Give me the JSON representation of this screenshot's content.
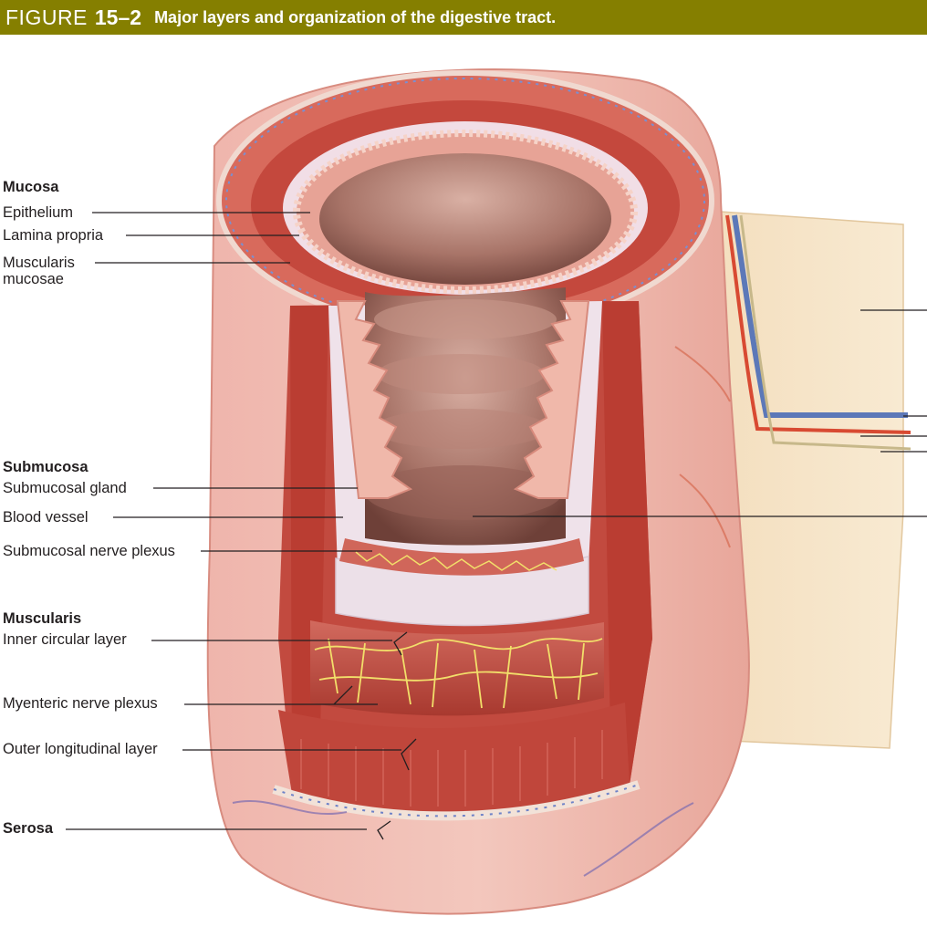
{
  "figure": {
    "label": "FIGURE",
    "number": "15–2",
    "caption": "Major layers and organization of the digestive tract."
  },
  "labels": {
    "mucosa": "Mucosa",
    "epithelium": "Epithelium",
    "lamina_propria": "Lamina propria",
    "muscularis_mucosae_1": "Muscularis",
    "muscularis_mucosae_2": "mucosae",
    "submucosa": "Submucosa",
    "submucosal_gland": "Submucosal gland",
    "blood_vessel": "Blood vessel",
    "submucosal_nerve_plexus": "Submucosal nerve plexus",
    "muscularis": "Muscularis",
    "inner_circular_layer": "Inner circular layer",
    "myenteric_nerve_plexus": "Myenteric nerve plexus",
    "outer_longitudinal_layer": "Outer longitudinal layer",
    "serosa": "Serosa"
  },
  "colors": {
    "header_bg": "#857f00",
    "muscle": "#c8574c",
    "mucosa_fold": "#e8a898",
    "lumen": "#8a5a50",
    "submucosa": "#f0e6ec",
    "mesentery": "#f6e4c4",
    "nerve": "#f2df6a",
    "artery": "#d83a2a",
    "vein": "#4a6ab0",
    "leader": "#231f20"
  }
}
